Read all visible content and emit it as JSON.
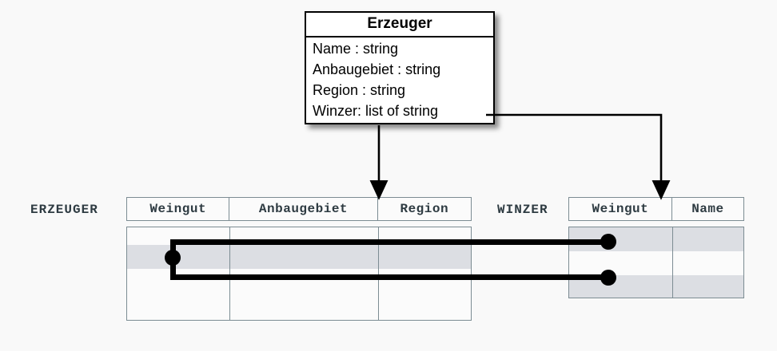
{
  "diagram": {
    "background_color": "#f9f9f9",
    "line_color": "#000000",
    "table_border_color": "#7c8c93",
    "highlight_color": "#dcdee3",
    "text_color": "#2e3b42"
  },
  "uml_class": {
    "name": "Erzeuger",
    "attributes": [
      {
        "text": "Name : string"
      },
      {
        "text": "Anbaugebiet : string"
      },
      {
        "text": "Region : string"
      },
      {
        "text": "Winzer: list of string"
      }
    ]
  },
  "tables": [
    {
      "id": "erzeuger",
      "label": "ERZEUGER",
      "columns": [
        "Weingut",
        "Anbaugebiet",
        "Region"
      ],
      "row_count": 4,
      "highlighted_rows": [
        2
      ]
    },
    {
      "id": "winzer",
      "label": "WINZER",
      "columns": [
        "Weingut",
        "Name"
      ],
      "row_count": 3,
      "highlighted_rows": [
        1,
        3
      ]
    }
  ],
  "connectors": {
    "arrow_to_erzeuger": {
      "from": "uml-class-bottom",
      "to": "erzeuger-table"
    },
    "arrow_to_winzer": {
      "from": "winzer-attribute",
      "to": "winzer-weingut-column"
    },
    "link_dots": 3
  }
}
